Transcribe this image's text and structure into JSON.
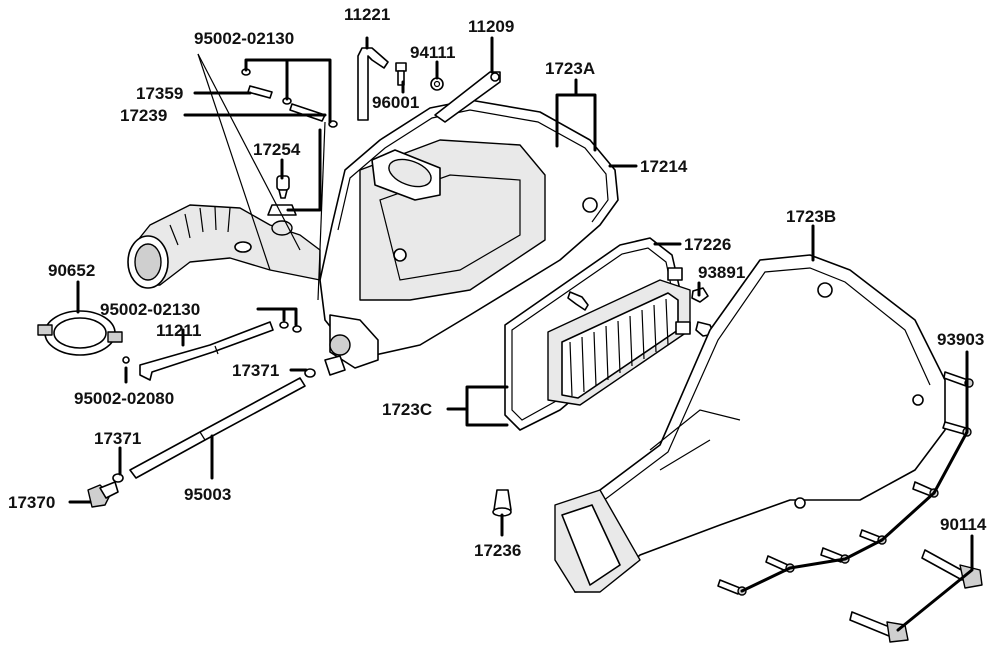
{
  "labels": {
    "l_95002_02130_a": "95002-02130",
    "l_11221": "11221",
    "l_11209": "11209",
    "l_94111": "94111",
    "l_96001": "96001",
    "l_1723A": "1723A",
    "l_17359": "17359",
    "l_17239": "17239",
    "l_17254": "17254",
    "l_17214": "17214",
    "l_17226": "17226",
    "l_1723B": "1723B",
    "l_90652": "90652",
    "l_93891": "93891",
    "l_95002_02130_b": "95002-02130",
    "l_11211": "11211",
    "l_93903": "93903",
    "l_17371_a": "17371",
    "l_95002_02080": "95002-02080",
    "l_1723C": "1723C",
    "l_17371_b": "17371",
    "l_95003": "95003",
    "l_17370": "17370",
    "l_90114": "90114",
    "l_17236": "17236"
  }
}
